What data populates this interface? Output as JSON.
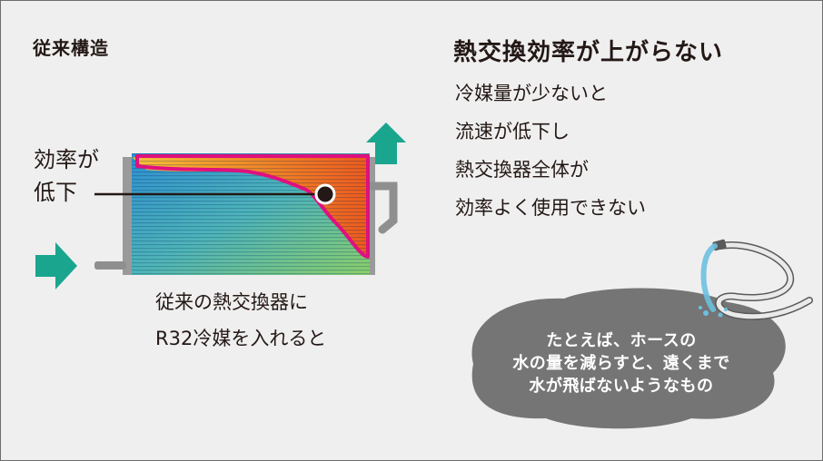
{
  "section_title": "従来構造",
  "headline": "熱交換効率が上がらない",
  "points": [
    "冷媒量が少ないと",
    "流速が低下し",
    "熱交換器全体が",
    "効率よく使用できない"
  ],
  "callout_label": [
    "効率が",
    "低下"
  ],
  "caption": [
    "従来の熱交換器に",
    "R32冷媒を入れると"
  ],
  "analogy": [
    "たとえば、ホースの",
    "水の量を減らすと、遠くまで",
    "水が飛ばないようなもの"
  ],
  "colors": {
    "background": "#efefef",
    "text": "#231815",
    "arrow": "#1aa58f",
    "highlight_outline": "#e0107f",
    "cloud": "#757575",
    "water": "#6bc0e0"
  }
}
